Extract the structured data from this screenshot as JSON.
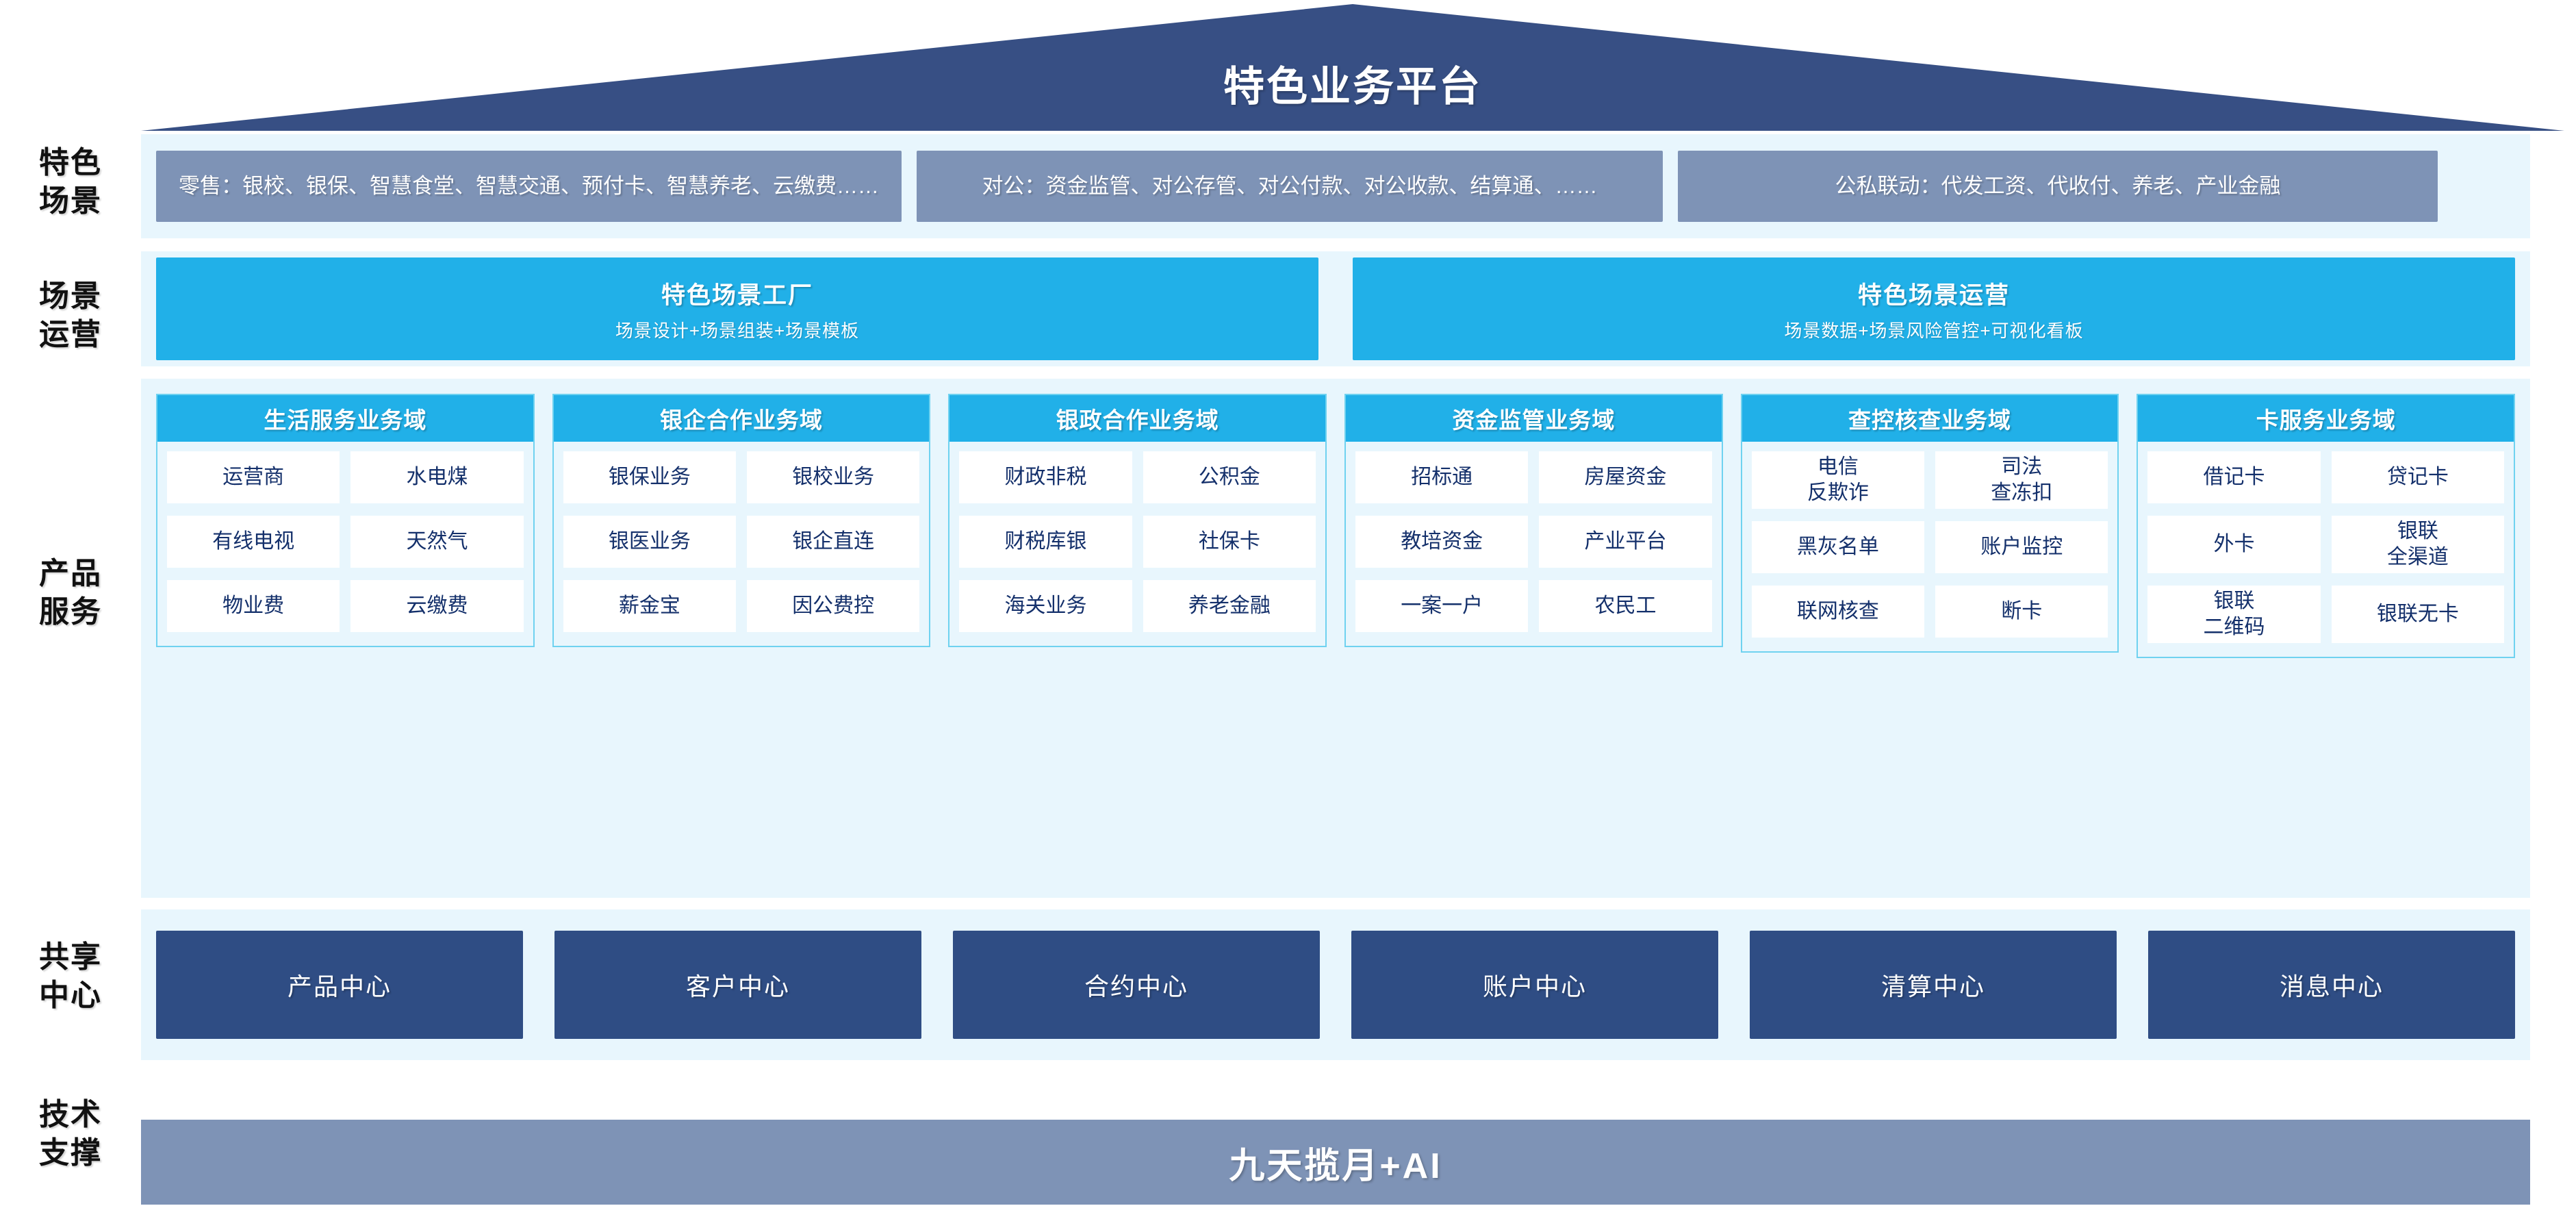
{
  "title": "特色业务平台",
  "rail": {
    "items": [
      {
        "name": "scene",
        "line1": "特色",
        "line2": "场景"
      },
      {
        "name": "operation",
        "line1": "场景",
        "line2": "运营"
      },
      {
        "name": "product",
        "line1": "产品",
        "line2": "服务"
      },
      {
        "name": "shared",
        "line1": "共享",
        "line2": "中心"
      },
      {
        "name": "tech",
        "line1": "技术",
        "line2": "支撑"
      }
    ]
  },
  "scenes": [
    "零售：银校、银保、智慧食堂、智慧交通、预付卡、智慧养老、云缴费……",
    "对公：资金监管、对公存管、对公付款、对公收款、结算通、……",
    "公私联动：代发工资、代收付、养老、产业金融"
  ],
  "operations": [
    {
      "title": "特色场景工厂",
      "subtitle": "场景设计+场景组装+场景模板"
    },
    {
      "title": "特色场景运营",
      "subtitle": "场景数据+场景风险管控+可视化看板"
    }
  ],
  "domains": [
    {
      "title": "生活服务业务域",
      "rows": [
        [
          "运营商",
          "水电煤"
        ],
        [
          "有线电视",
          "天然气"
        ],
        [
          "物业费",
          "云缴费"
        ]
      ]
    },
    {
      "title": "银企合作业务域",
      "rows": [
        [
          "银保业务",
          "银校业务"
        ],
        [
          "银医业务",
          "银企直连"
        ],
        [
          "薪金宝",
          "因公费控"
        ]
      ]
    },
    {
      "title": "银政合作业务域",
      "rows": [
        [
          "财政非税",
          "公积金"
        ],
        [
          "财税库银",
          "社保卡"
        ],
        [
          "海关业务",
          "养老金融"
        ]
      ]
    },
    {
      "title": "资金监管业务域",
      "rows": [
        [
          "招标通",
          "房屋资金"
        ],
        [
          "教培资金",
          "产业平台"
        ],
        [
          "一案一户",
          "农民工"
        ]
      ]
    },
    {
      "title": "查控核查业务域",
      "rows": [
        [
          "电信\n反欺诈",
          "司法\n查冻扣"
        ],
        [
          "黑灰名单",
          "账户监控"
        ],
        [
          "联网核查",
          "断卡"
        ]
      ]
    },
    {
      "title": "卡服务业务域",
      "rows": [
        [
          "借记卡",
          "贷记卡"
        ],
        [
          "外卡",
          "银联\n全渠道"
        ],
        [
          "银联\n二维码",
          "银联无卡"
        ]
      ]
    }
  ],
  "shared_centers": [
    "产品中心",
    "客户中心",
    "合约中心",
    "账户中心",
    "清算中心",
    "消息中心"
  ],
  "tech_support": "九天揽月+AI",
  "colors": {
    "roof_navy": "#374f84",
    "scene_slate": "#7e93b6",
    "cyan": "#21b0e8",
    "band_light": "#e8f6fd",
    "chip_text_navy": "#14306b",
    "shared_navy": "#2f4d84"
  }
}
